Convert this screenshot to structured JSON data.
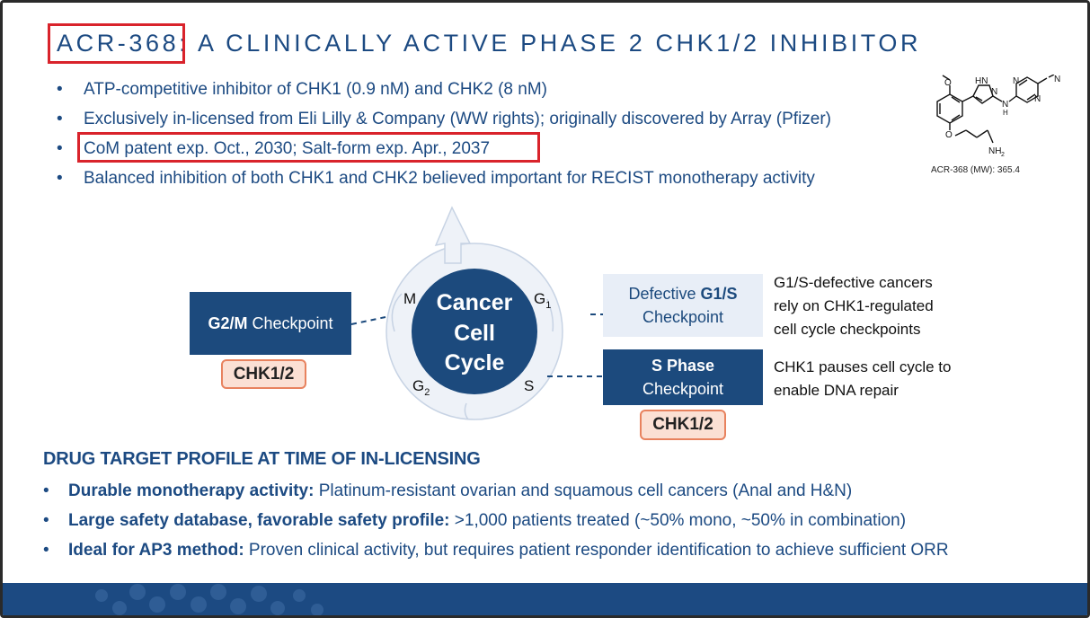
{
  "title": {
    "acr": "ACR-368",
    "rest": ": A CLINICALLY ACTIVE PHASE 2 CHK1/2 INHIBITOR"
  },
  "bullet_symbol": "•",
  "bullets": [
    "ATP-competitive inhibitor of CHK1 (0.9 nM) and CHK2 (8 nM)",
    "Exclusively in-licensed from Eli Lilly & Company (WW rights); originally discovered by Array (Pfizer)",
    "CoM patent exp. Oct., 2030; Salt-form exp.  Apr., 2037",
    "Balanced inhibition of both CHK1 and CHK2 believed important for RECIST monotherapy activity"
  ],
  "molecule": {
    "caption": "ACR-368 (MW): 365.4",
    "atom_nh": "HN",
    "atom_n1": "N",
    "atom_n2": "N",
    "atom_n3": "N",
    "atom_n4": "N",
    "atom_h": "H",
    "atom_n5": "N",
    "atom_o1": "O",
    "atom_nh2": "NH",
    "atom_2": "2"
  },
  "cycle": {
    "center_lines": [
      "Cancer",
      "Cell",
      "Cycle"
    ],
    "m": "M",
    "g1": "G",
    "g1_sub": "1",
    "s": "S",
    "g2": "G",
    "g2_sub": "2"
  },
  "g2m": {
    "bold": "G2/M",
    "rest": " Checkpoint",
    "chk": "CHK1/2"
  },
  "g1s": {
    "pre": "Defective ",
    "bold": "G1/S",
    "line2": "Checkpoint",
    "note": [
      "G1/S-defective cancers",
      "rely on CHK1-regulated",
      "cell cycle checkpoints"
    ]
  },
  "sphase": {
    "bold": "S Phase",
    "line2": "Checkpoint",
    "chk": "CHK1/2",
    "note": [
      "CHK1 pauses cell cycle to",
      "enable DNA repair"
    ]
  },
  "profile": {
    "heading": "DRUG TARGET PROFILE AT TIME OF IN-LICENSING",
    "items": [
      {
        "bold": "Durable monotherapy activity:",
        "text": " Platinum-resistant ovarian and squamous cell cancers (Anal and H&N)"
      },
      {
        "bold": "Large safety database, favorable safety profile:",
        "text": " >1,000 patients treated (~50% mono, ~50% in combination)"
      },
      {
        "bold": "Ideal for AP3 method:",
        "text": " Proven clinical activity, but requires patient responder identification to achieve sufficient ORR"
      }
    ]
  },
  "colors": {
    "navy": "#1c4a82",
    "highlight_red": "#d9232b",
    "chk_fill": "#fbe0d4",
    "chk_border": "#e8825e"
  }
}
